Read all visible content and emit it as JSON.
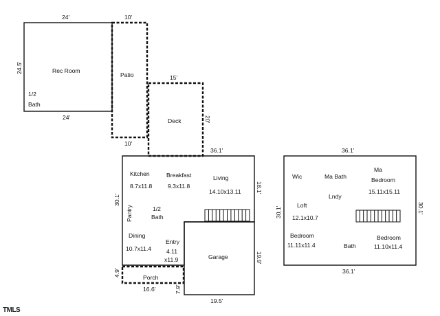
{
  "plan": {
    "rec_room": {
      "name": "Rec Room",
      "half_bath_line1": "1/2",
      "half_bath_line2": "Bath",
      "dim_top": "24'",
      "dim_bottom": "24'",
      "dim_left": "24.5'"
    },
    "patio": {
      "name": "Patio",
      "dim_top": "10'",
      "dim_bottom": "10'"
    },
    "deck": {
      "name": "Deck",
      "dim_top": "15'",
      "dim_side": "20'"
    },
    "main_floor": {
      "dim_top": "36.1'",
      "dim_left": "30.1'",
      "dim_right": "18.1'",
      "kitchen": {
        "name": "Kitchen",
        "size": "8.7x11.8"
      },
      "breakfast": {
        "name": "Breakfast",
        "size": "9.3x11.8"
      },
      "living": {
        "name": "Living",
        "size": "14.10x13.11"
      },
      "pantry": {
        "name": "Pantry"
      },
      "half_bath": {
        "line1": "1/2",
        "line2": "Bath"
      },
      "dining": {
        "name": "Dining",
        "size": "10.7x11.4"
      },
      "entry": {
        "name": "Entry",
        "size_line1": "4.11",
        "size_line2": "x11.9"
      }
    },
    "garage": {
      "name": "Garage",
      "dim_right": "19.9'",
      "dim_bottom": "19.5'"
    },
    "porch": {
      "name": "Porch",
      "dim_bottom": "16.6'",
      "dim_left": "4.9'",
      "dim_right": "7.9'"
    },
    "upper_floor": {
      "dim_top": "36.1'",
      "dim_bottom": "36.1'",
      "dim_left": "30.1'",
      "dim_right": "30.1'",
      "wic": {
        "name": "Wic"
      },
      "ma_bath": {
        "name": "Ma Bath"
      },
      "ma_bedroom": {
        "line1": "Ma",
        "line2": "Bedroom",
        "size": "15.11x15.11"
      },
      "lndy": {
        "name": "Lndy"
      },
      "loft": {
        "name": "Loft",
        "size": "12.1x10.7"
      },
      "bedroom_left": {
        "name": "Bedroom",
        "size": "11.11x11.4"
      },
      "bath": {
        "name": "Bath"
      },
      "bedroom_right": {
        "name": "Bedroom",
        "size": "11.10x11.4"
      }
    },
    "logo": {
      "text": "TMLS"
    }
  }
}
